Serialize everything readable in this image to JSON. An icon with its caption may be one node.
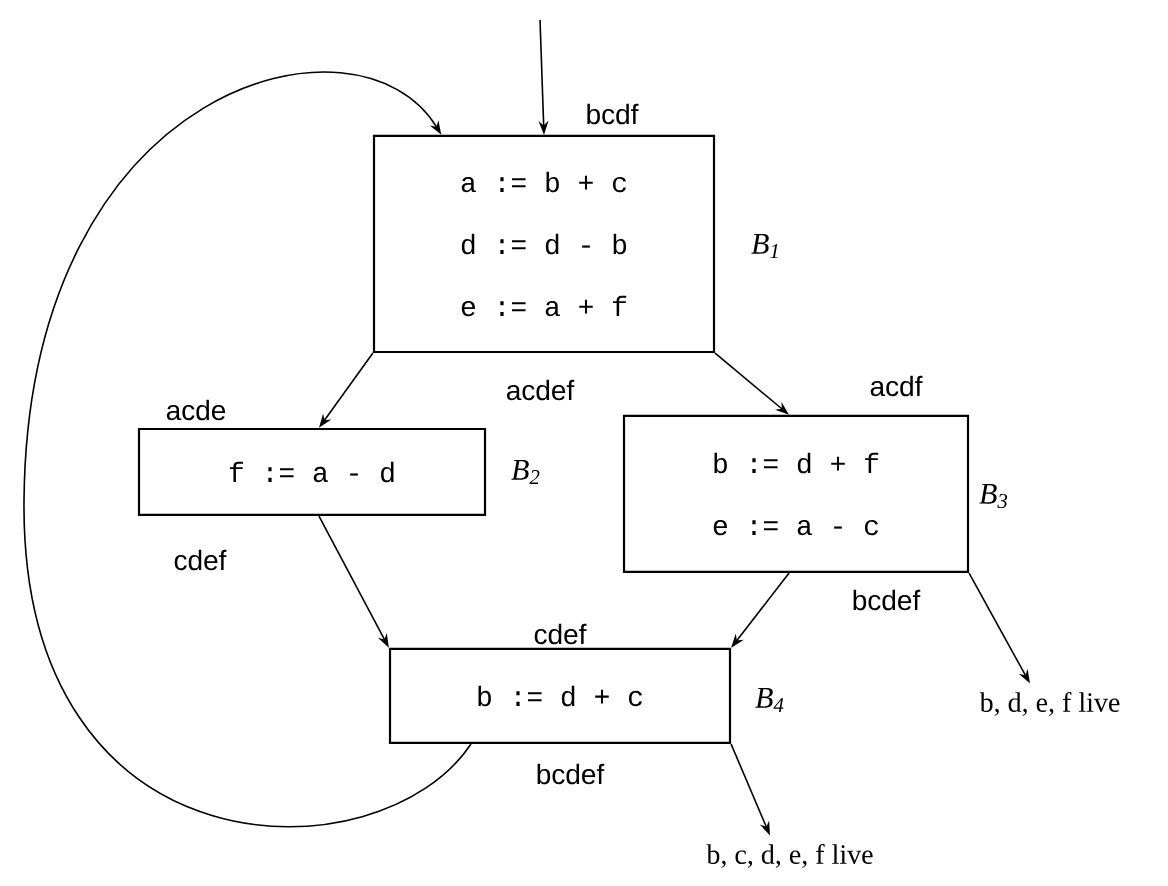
{
  "diagram": {
    "nodes": [
      {
        "text": [
          "a := b + c",
          "d := d - b",
          "e := a + f"
        ],
        "beside": [
          "bcdf",
          "*B*$_{1}$",
          "acdef"
        ]
      },
      {
        "text": [
          "f := a - d"
        ],
        "beside": [
          "acde",
          "*B*$_{2}$",
          "cdef"
        ]
      },
      {
        "text": [
          "b := d + f",
          "e := a - c"
        ],
        "beside": [
          "acdf",
          "*B*$_{3}$",
          "bcdef"
        ]
      },
      {
        "text": [
          "b := d + c"
        ],
        "beside": [
          "cdef",
          "*B*$_{4}$",
          "bcdef"
        ]
      },
      {
        "text": [
          "b, d, e, f  live"
        ]
      },
      {
        "text": [
          "b, c, d, e, f  live"
        ]
      }
    ],
    "edges": [
      {
        "from": null,
        "to": 0,
        "arrow": "to"
      },
      {
        "from": 3,
        "to": 0,
        "arrow": "to"
      },
      {
        "from": 0,
        "to": 1,
        "arrow": "to"
      },
      {
        "from": 0,
        "to": 2,
        "arrow": "to"
      },
      {
        "from": 1,
        "to": 3,
        "arrow": "to"
      },
      {
        "from": 2,
        "to": 3,
        "arrow": "to"
      },
      {
        "from": 2,
        "to": 4,
        "arrow": "to"
      },
      {
        "from": 3,
        "to": 5,
        "arrow": "to"
      }
    ]
  }
}
